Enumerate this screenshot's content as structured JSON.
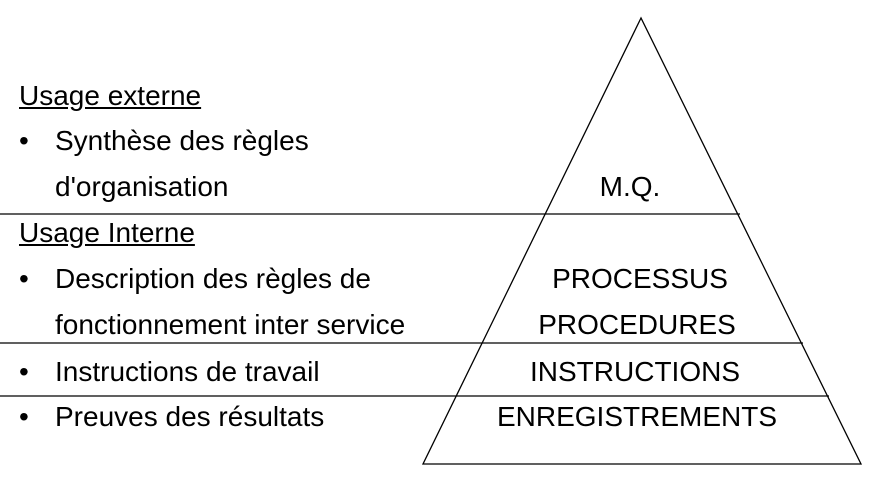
{
  "left_panel": {
    "external": {
      "heading": "Usage externe",
      "bullet": "•",
      "line1": "Synthèse des règles",
      "line2": "d'organisation"
    },
    "internal": {
      "heading": "Usage Interne",
      "bullet": "•",
      "line1": "Description des règles de",
      "line2": "fonctionnement inter service"
    },
    "instructions_item": {
      "bullet": "•",
      "text": "Instructions de travail"
    },
    "evidence_item": {
      "bullet": "•",
      "text": "Preuves des résultats"
    }
  },
  "pyramid": {
    "levels": [
      "M.Q.",
      "PROCESSUS",
      "PROCEDURES",
      "INSTRUCTIONS",
      "ENREGISTREMENTS"
    ]
  }
}
